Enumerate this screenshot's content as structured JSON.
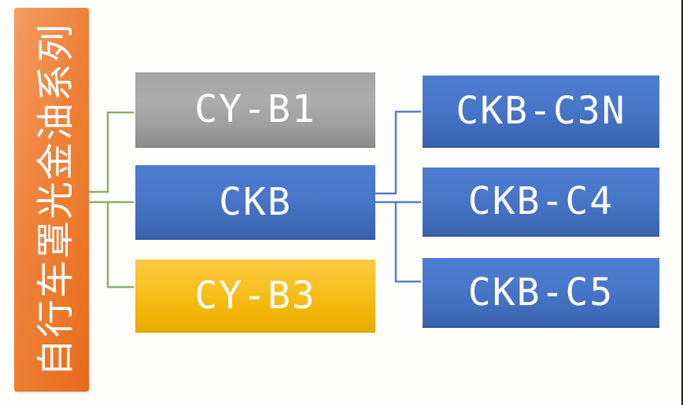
{
  "diagram": {
    "series_bar": {
      "label": "自行车罩光金油系列",
      "color": "#ed7d31",
      "text_color": "#ffffff",
      "orientation": "vertical-rotated-90ccw"
    },
    "level1": [
      {
        "label": "CY-B1",
        "color": "#9e9e9e"
      },
      {
        "label": "CKB",
        "color": "#4472c4"
      },
      {
        "label": "CY-B3",
        "color": "#f3b400"
      }
    ],
    "level2": [
      {
        "label": "CKB-C3N",
        "color": "#4472c4"
      },
      {
        "label": "CKB-C4",
        "color": "#4472c4"
      },
      {
        "label": "CKB-C5",
        "color": "#4472c4"
      }
    ],
    "connections": {
      "left_tree": "series_bar -> CY-B1, CKB, CY-B3",
      "right_tree": "CKB -> CKB-C3N, CKB-C4, CKB-C5"
    },
    "colors": {
      "connector_left_green": "#8fae68",
      "connector_right_blue": "#5b7ebc",
      "background": "#fefefc",
      "right_edge_line": "#222222",
      "node_text": "#ffffff"
    }
  }
}
